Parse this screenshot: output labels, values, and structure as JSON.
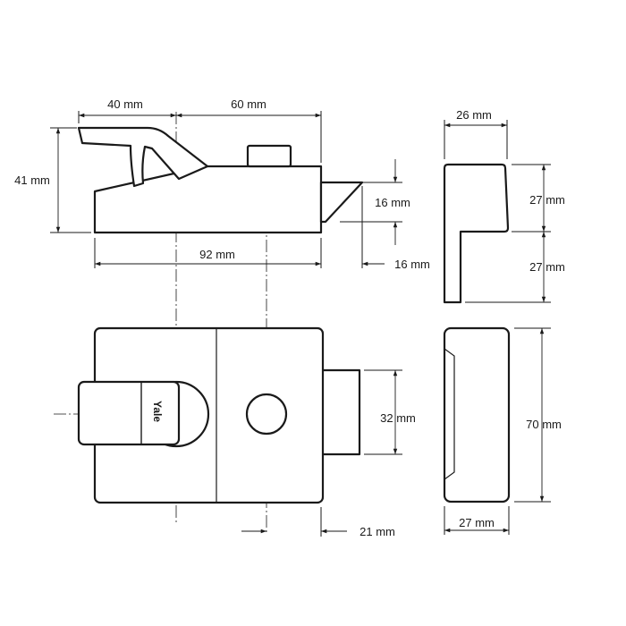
{
  "labels": {
    "side_width_left": "40 mm",
    "side_width_right": "60 mm",
    "side_height": "41 mm",
    "bolt_height": "16 mm",
    "bolt_projection": "16 mm",
    "overall_length": "92 mm",
    "end_depth": "26 mm",
    "end_upper": "27 mm",
    "end_lower": "27 mm",
    "front_bolt_height": "32 mm",
    "front_offset": "21 mm",
    "right_height": "70 mm",
    "right_width": "27 mm",
    "brand": "Yale"
  }
}
